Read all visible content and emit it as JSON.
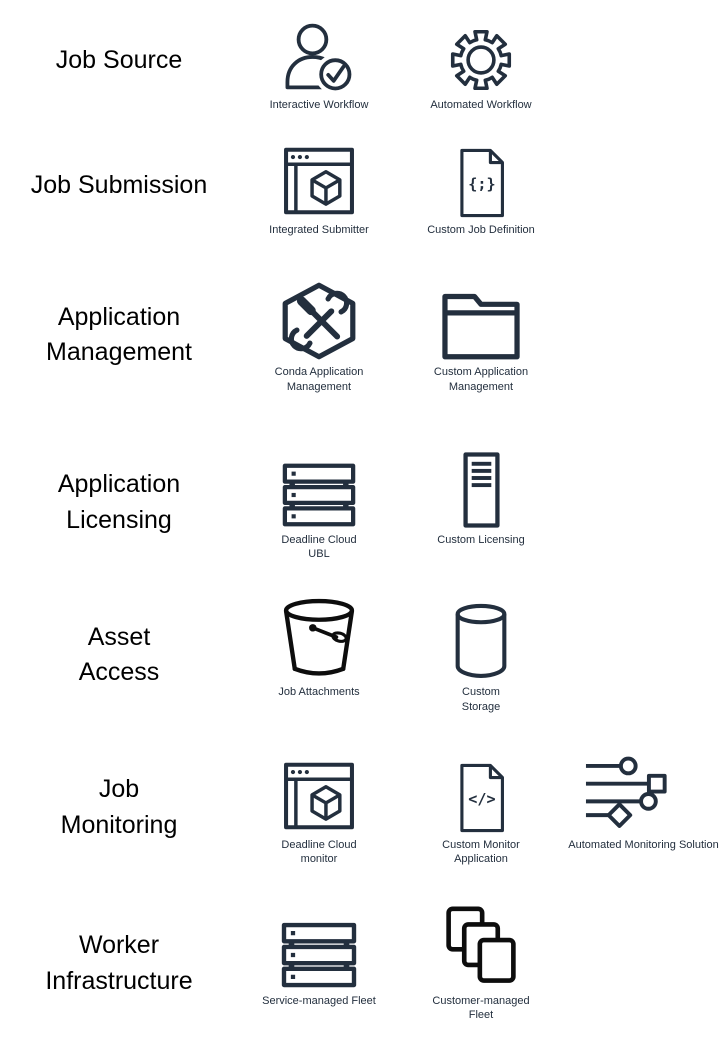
{
  "colors": {
    "icon_primary": "#232f3e",
    "icon_black": "#0d0d0d",
    "label_text": "#000000",
    "caption_text": "#232f3e",
    "background": "#ffffff"
  },
  "rows": [
    {
      "label": "Job Source",
      "items": [
        {
          "icon": "user-check-icon",
          "caption": "Interactive Workflow"
        },
        {
          "icon": "gear-icon",
          "caption": "Automated Workflow"
        }
      ]
    },
    {
      "label": "Job Submission",
      "items": [
        {
          "icon": "app-window-cube-icon",
          "caption": "Integrated Submitter"
        },
        {
          "icon": "code-document-icon",
          "glyph": "{;}",
          "caption": "Custom Job Definition"
        }
      ]
    },
    {
      "label": "Application\nManagement",
      "items": [
        {
          "icon": "hexagon-tools-icon",
          "caption": "Conda Application\nManagement"
        },
        {
          "icon": "folder-icon",
          "caption": "Custom Application\nManagement"
        }
      ]
    },
    {
      "label": "Application\nLicensing",
      "items": [
        {
          "icon": "server-rack-icon",
          "caption": "Deadline Cloud\nUBL"
        },
        {
          "icon": "tower-server-icon",
          "caption": "Custom Licensing"
        }
      ]
    },
    {
      "label": "Asset\nAccess",
      "items": [
        {
          "icon": "bucket-icon",
          "caption": "Job Attachments"
        },
        {
          "icon": "cylinder-storage-icon",
          "caption": "Custom\nStorage"
        }
      ]
    },
    {
      "label": "Job\nMonitoring",
      "items": [
        {
          "icon": "app-window-cube-icon",
          "caption": "Deadline Cloud\nmonitor"
        },
        {
          "icon": "code-document-icon",
          "glyph": "</>",
          "caption": "Custom Monitor\nApplication"
        },
        {
          "icon": "automation-lines-icon",
          "caption": "Automated Monitoring Solution"
        }
      ]
    },
    {
      "label": "Worker\nInfrastructure",
      "items": [
        {
          "icon": "server-rack-icon",
          "caption": "Service-managed Fleet"
        },
        {
          "icon": "stacked-cards-icon",
          "caption": "Customer-managed\nFleet"
        }
      ]
    }
  ]
}
